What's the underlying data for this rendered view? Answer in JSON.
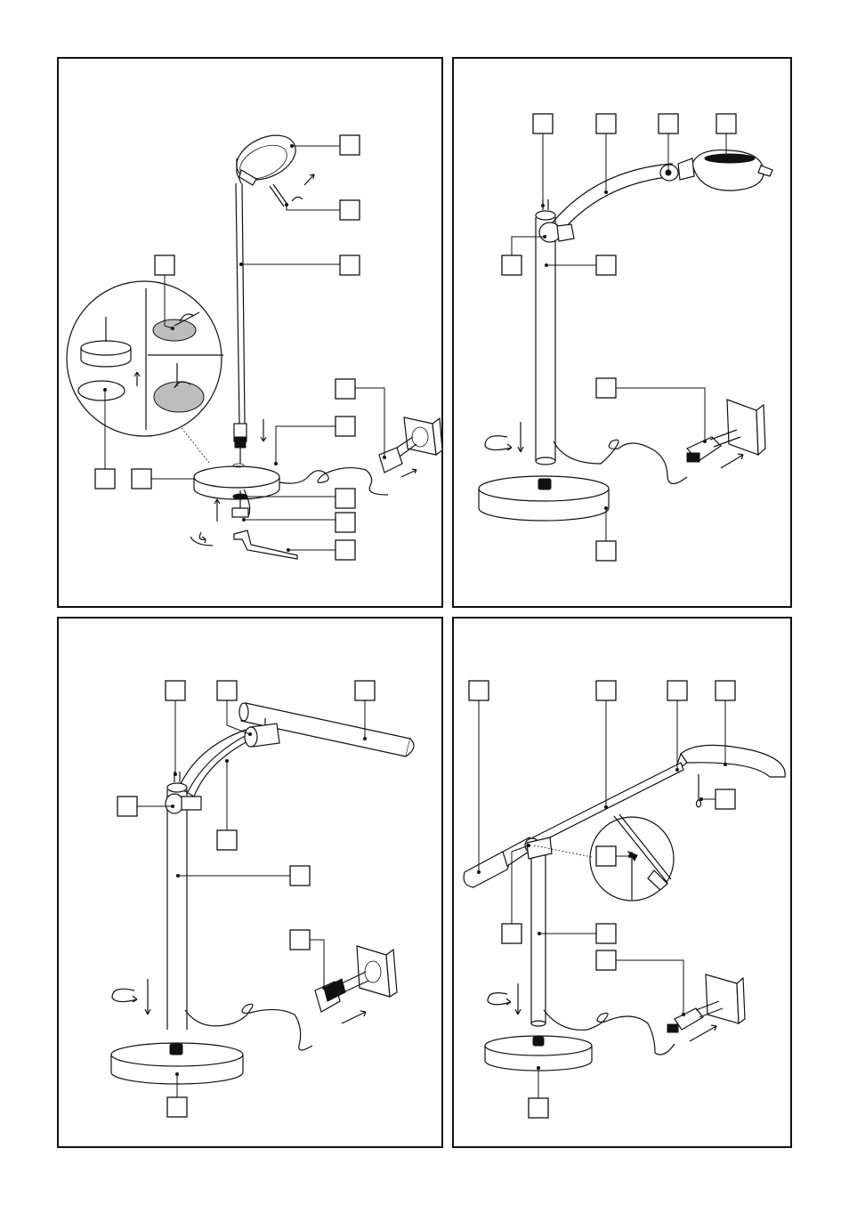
{
  "page": {
    "panels": [
      {
        "id": "top-left",
        "description_labels": []
      },
      {
        "id": "top-right",
        "description_labels": []
      },
      {
        "id": "bottom-left",
        "description_labels": []
      },
      {
        "id": "bottom-right",
        "description_labels": []
      }
    ]
  },
  "colors": {
    "line": "#111111",
    "background": "#ffffff",
    "shade": "#bdbdbd"
  }
}
